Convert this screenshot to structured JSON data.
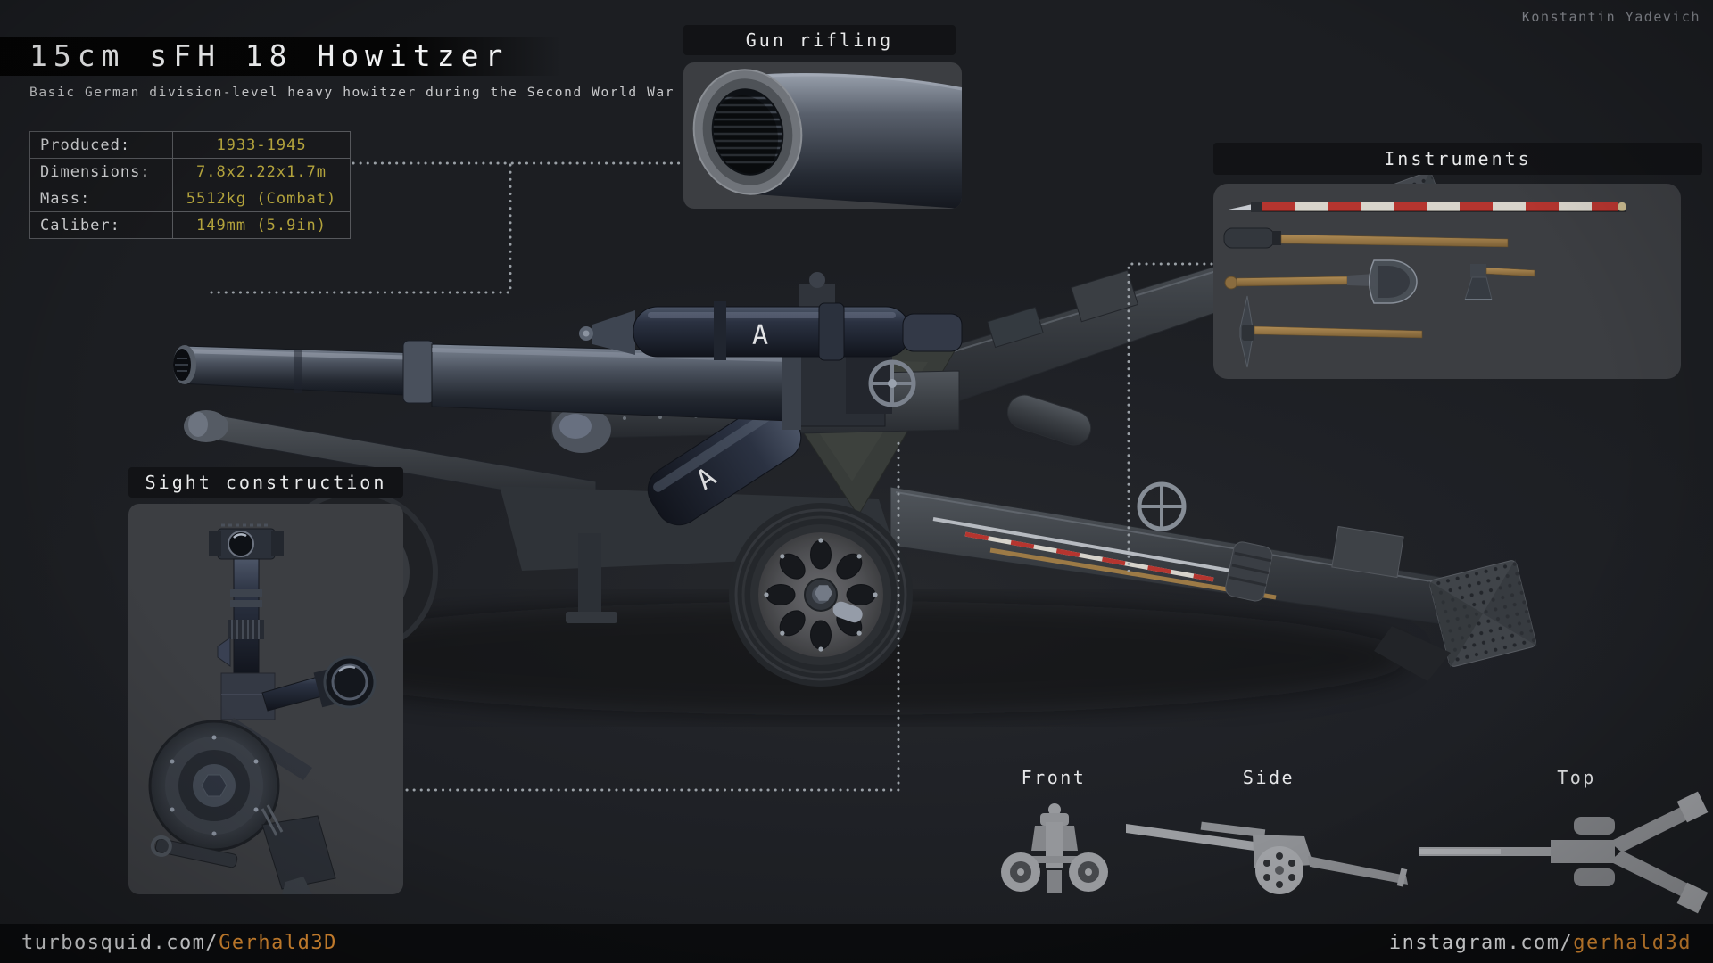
{
  "credit": "Konstantin Yadevich",
  "title": {
    "text": "15cm sFH 18 Howitzer",
    "subtitle": "Basic German division-level heavy howitzer during the Second World War"
  },
  "specs": {
    "rows": [
      {
        "label": "Produced:",
        "value": "1933-1945"
      },
      {
        "label": "Dimensions:",
        "value": "7.8x2.22x1.7m"
      },
      {
        "label": "Mass:",
        "value": "5512kg (Combat)"
      },
      {
        "label": "Caliber:",
        "value": "149mm (5.9in)"
      }
    ]
  },
  "callouts": {
    "gun_rifling": "Gun rifling",
    "instruments": "Instruments",
    "sight": "Sight construction"
  },
  "instruments_items": [
    "ranging-pole-icon",
    "rammer-icon",
    "shovel-icon",
    "hatchet-icon",
    "pickaxe-icon"
  ],
  "views": {
    "front": "Front",
    "side": "Side",
    "top": "Top"
  },
  "model": {
    "marking_recuperator": "A",
    "marking_recoil": "A"
  },
  "footer": {
    "left_site": "turbosquid.com/",
    "left_handle": "Gerhald3D",
    "right_site": "instagram.com/",
    "right_handle": "gerhald3d"
  },
  "colors": {
    "accent_orange": "#d98a31",
    "spec_value_yellow": "#b3a33c",
    "panel_gray": "#3c3e42",
    "callout_bar": "#121316",
    "footer_bar": "#0b0c0e",
    "background": "#1f2126",
    "dotted_line": "#9aa0a6",
    "pole_red": "#b5352f",
    "pole_white": "#d8d4cb"
  }
}
